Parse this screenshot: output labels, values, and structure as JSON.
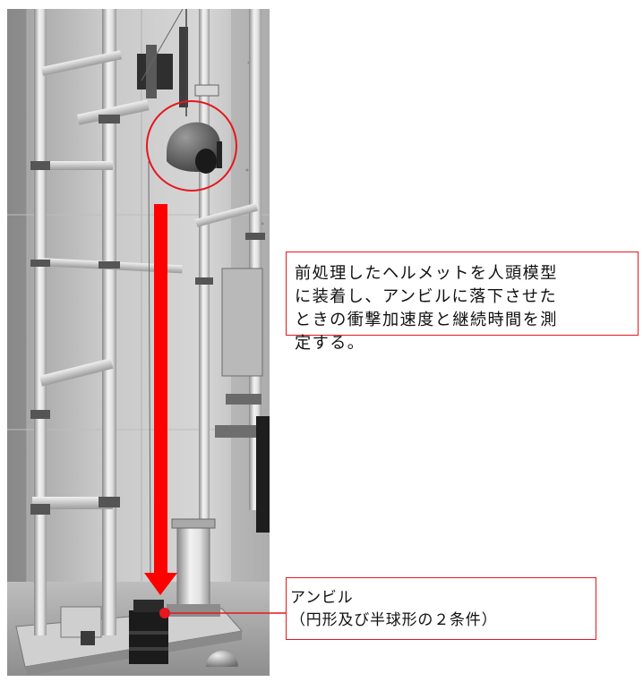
{
  "figure": {
    "image_alt": "",
    "test_description": {
      "line1": "前処理したヘルメットを人頭模型",
      "line2": "に装着し、アンビルに落下させた",
      "line3": "ときの衝撃加速度と継続時間を測",
      "line4": "定する。"
    },
    "anvil_label": {
      "title": "アンビル",
      "detail": "（円形及び半球形の２条件）"
    }
  },
  "colors": {
    "accent_red": "#e5171f",
    "arrow_red": "#ff0000",
    "background": "#ffffff",
    "text": "#111111"
  }
}
